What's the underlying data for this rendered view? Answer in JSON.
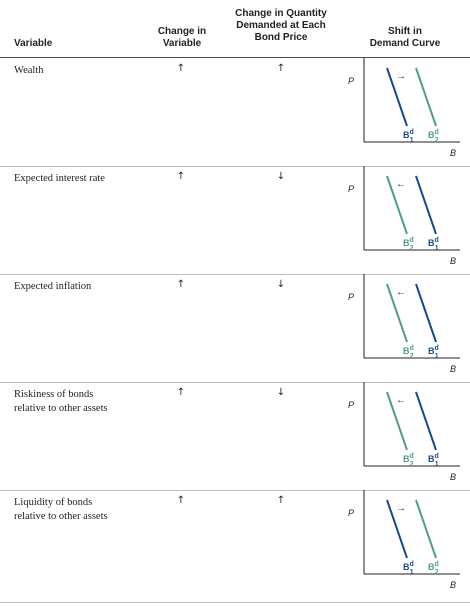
{
  "colors": {
    "b1": "#1a4a8a",
    "b2": "#4e9e8c",
    "text": "#231f20",
    "rule": "#4a4a4a"
  },
  "headers": {
    "variable": "Variable",
    "change": "Change in\nVariable",
    "qty": "Change in Quantity\nDemanded at Each\nBond Price",
    "shift": "Shift in\nDemand Curve"
  },
  "rows": [
    {
      "variable": "Wealth",
      "change": "↑",
      "qty": "↑",
      "shift": "right",
      "shift_arrow": "→",
      "p_label": "P",
      "b_label": "B",
      "left_curve": {
        "name": "B",
        "sup": "d",
        "sub": "1"
      },
      "right_curve": {
        "name": "B",
        "sup": "d",
        "sub": "2"
      }
    },
    {
      "variable": "Expected interest rate",
      "change": "↑",
      "qty": "↓",
      "shift": "left",
      "shift_arrow": "←",
      "p_label": "P",
      "b_label": "B",
      "left_curve": {
        "name": "B",
        "sup": "d",
        "sub": "2"
      },
      "right_curve": {
        "name": "B",
        "sup": "d",
        "sub": "1"
      }
    },
    {
      "variable": "Expected inflation",
      "change": "↑",
      "qty": "↓",
      "shift": "left",
      "shift_arrow": "←",
      "p_label": "P",
      "b_label": "B",
      "left_curve": {
        "name": "B",
        "sup": "d",
        "sub": "2"
      },
      "right_curve": {
        "name": "B",
        "sup": "d",
        "sub": "1"
      }
    },
    {
      "variable": "Riskiness of bonds\nrelative to other assets",
      "change": "↑",
      "qty": "↓",
      "shift": "left",
      "shift_arrow": "←",
      "p_label": "P",
      "b_label": "B",
      "left_curve": {
        "name": "B",
        "sup": "d",
        "sub": "2"
      },
      "right_curve": {
        "name": "B",
        "sup": "d",
        "sub": "1"
      }
    },
    {
      "variable": "Liquidity of bonds\nrelative to other assets",
      "change": "↑",
      "qty": "↑",
      "shift": "right",
      "shift_arrow": "→",
      "p_label": "P",
      "b_label": "B",
      "left_curve": {
        "name": "B",
        "sup": "d",
        "sub": "1"
      },
      "right_curve": {
        "name": "B",
        "sup": "d",
        "sub": "2"
      }
    }
  ]
}
